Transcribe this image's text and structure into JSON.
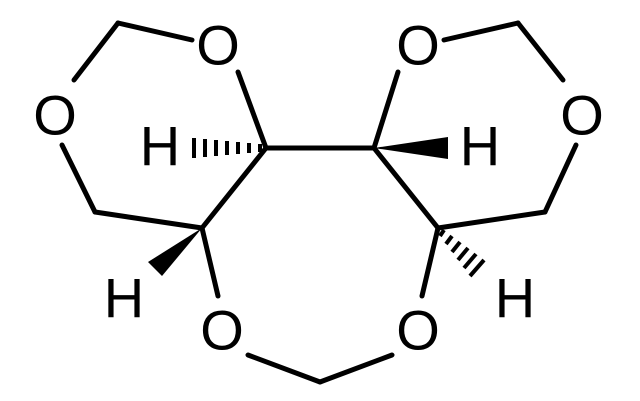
{
  "molecule": {
    "atoms": {
      "o_top_left": "O",
      "o_top_right": "O",
      "o_left": "O",
      "o_right": "O",
      "o_bottom_left": "O",
      "o_bottom_right": "O",
      "h_upper_left": "H",
      "h_upper_right": "H",
      "h_lower_left": "H",
      "h_lower_right": "H"
    }
  },
  "colors": {
    "ink": "#000000",
    "background": "#ffffff"
  }
}
